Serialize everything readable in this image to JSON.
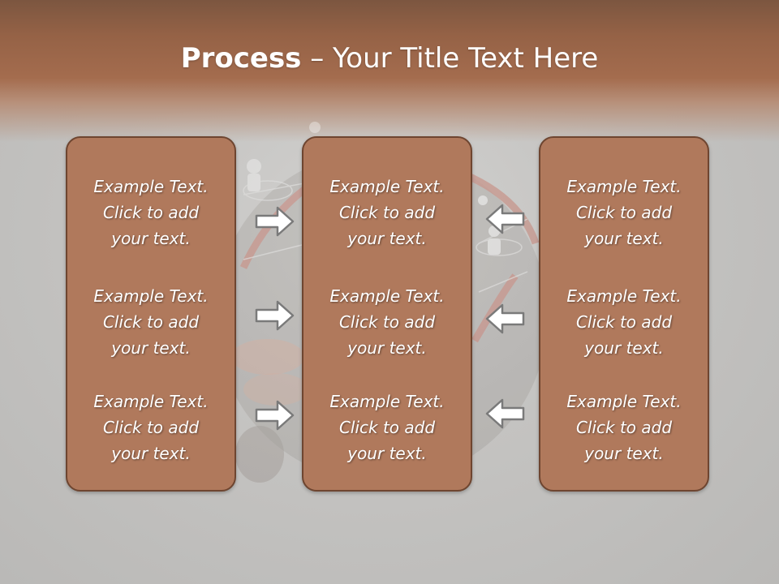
{
  "slide": {
    "title_bold": "Process",
    "title_rest": " – Your Title Text Here",
    "colors": {
      "header": "#a46c4e",
      "panel_fill": "#b0795c",
      "panel_border": "#6e4530",
      "arrow_fill": "#ffffff",
      "arrow_stroke": "#7a7a7a"
    },
    "panels": [
      {
        "items": [
          {
            "line1": "Example Text.",
            "line2": "Click  to add",
            "line3": "your text."
          },
          {
            "line1": "Example Text.",
            "line2": "Click  to add",
            "line3": "your text."
          },
          {
            "line1": "Example Text.",
            "line2": "Click  to add",
            "line3": "your text."
          }
        ]
      },
      {
        "items": [
          {
            "line1": "Example Text.",
            "line2": "Click  to add",
            "line3": "your text."
          },
          {
            "line1": "Example Text.",
            "line2": "Click  to add",
            "line3": "your text."
          },
          {
            "line1": "Example Text.",
            "line2": "Click  to add",
            "line3": "your text."
          }
        ]
      },
      {
        "items": [
          {
            "line1": "Example Text.",
            "line2": "Click  to add",
            "line3": "your text."
          },
          {
            "line1": "Example Text.",
            "line2": "Click  to add",
            "line3": "your text."
          },
          {
            "line1": "Example Text.",
            "line2": "Click  to add",
            "line3": "your text."
          }
        ]
      }
    ],
    "arrows": {
      "left_group": [
        "right-arrow-icon",
        "right-arrow-icon",
        "right-arrow-icon"
      ],
      "right_group": [
        "left-arrow-icon",
        "left-arrow-icon",
        "left-arrow-icon"
      ]
    }
  }
}
